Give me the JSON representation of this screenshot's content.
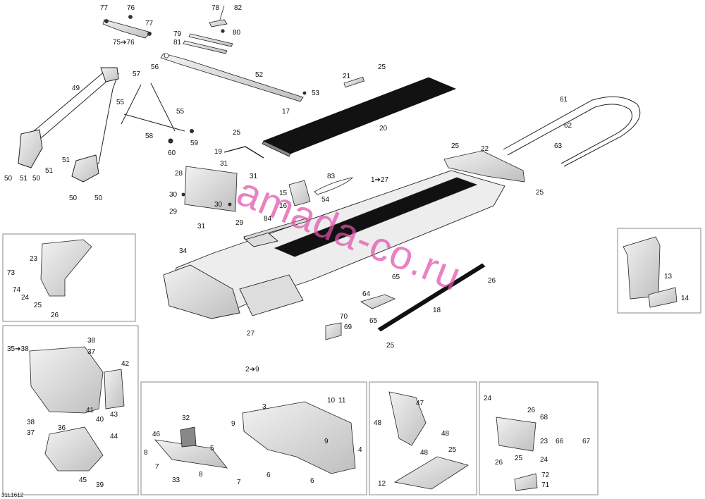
{
  "diagram": {
    "code": "31L1612",
    "watermark": "amada-co.ru",
    "labels": {
      "l77a": "77",
      "l76a": "76",
      "l77b": "77",
      "l75_76": "75➔76",
      "l78": "78",
      "l82": "82",
      "l79": "79",
      "l80": "80",
      "l81": "81",
      "l49": "49",
      "l57": "57",
      "l56": "56",
      "l55a": "55",
      "l55b": "55",
      "l58": "58",
      "l59": "59",
      "l60": "60",
      "l52": "52",
      "l53": "53",
      "l17": "17",
      "l21": "21",
      "l25a": "25",
      "l20": "20",
      "l25b": "25",
      "l19": "19",
      "l61": "61",
      "l62": "62",
      "l63": "63",
      "l25c": "25",
      "l22": "22",
      "l25d": "25",
      "l50a": "50",
      "l51a": "51",
      "l50b": "50",
      "l51b": "51",
      "l51c": "51",
      "l50c": "50",
      "l50d": "50",
      "l28": "28",
      "l31a": "31",
      "l31b": "31",
      "l30a": "30",
      "l30b": "30",
      "l29a": "29",
      "l31c": "31",
      "l29b": "29",
      "l15": "15",
      "l16": "16",
      "l83": "83",
      "l1_27": "1➔27",
      "l54": "54",
      "l84": "84",
      "l34": "34",
      "l23a": "23",
      "l73": "73",
      "l74": "74",
      "l24a": "24",
      "l25e": "25",
      "l26a": "26",
      "l13": "13",
      "l14": "14",
      "l26b": "26",
      "l65a": "65",
      "l64": "64",
      "l18": "18",
      "l70": "70",
      "l65b": "65",
      "l69": "69",
      "l27": "27",
      "l25f": "25",
      "l35_38": "35➔38",
      "l38a": "38",
      "l37a": "37",
      "l42": "42",
      "l41": "41",
      "l40": "40",
      "l43": "43",
      "l38b": "38",
      "l37b": "37",
      "l36": "36",
      "l44": "44",
      "l45": "45",
      "l39": "39",
      "l2_9": "2➔9",
      "l32": "32",
      "l46": "46",
      "l5": "5",
      "l8a": "8",
      "l7a": "7",
      "l33": "33",
      "l8b": "8",
      "l7b": "7",
      "l3": "3",
      "l10": "10",
      "l11": "11",
      "l9a": "9",
      "l9b": "9",
      "l4": "4",
      "l6a": "6",
      "l6b": "6",
      "l47": "47",
      "l48a": "48",
      "l48b": "48",
      "l48c": "48",
      "l25g": "25",
      "l12": "12",
      "l24b": "24",
      "l26c": "26",
      "l68": "68",
      "l23b": "23",
      "l66": "66",
      "l67": "67",
      "l26d": "26",
      "l25h": "25",
      "l24c": "24",
      "l72": "72",
      "l71": "71"
    }
  }
}
